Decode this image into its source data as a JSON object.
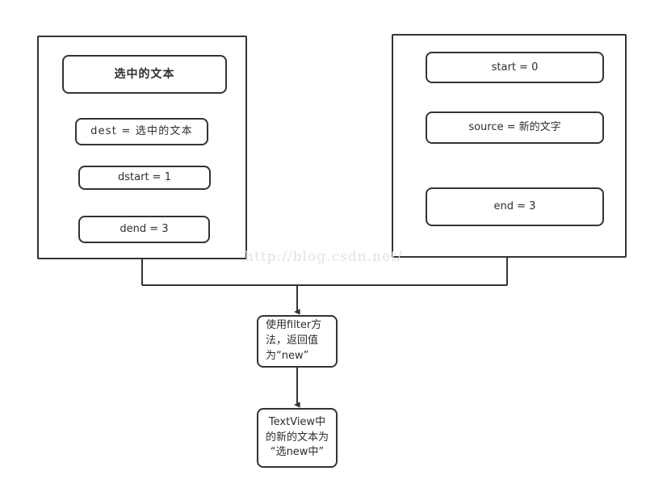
{
  "diagram": {
    "title": "Android TextView InputFilter filter() data flow",
    "watermark": "http://blog.csdn.net/",
    "colors": {
      "stroke": "#333333",
      "text": "#2e2e2e",
      "background": "#ffffff",
      "watermark": "#e3e1df"
    },
    "groups": [
      {
        "id": "dest-group",
        "name": "left-group",
        "nodes": [
          {
            "id": "selected-text",
            "label": "选中的文本"
          },
          {
            "id": "dest",
            "label": "dest = 选中的文本"
          },
          {
            "id": "dstart",
            "label": "dstart = 1"
          },
          {
            "id": "dend",
            "label": "dend = 3"
          }
        ]
      },
      {
        "id": "source-group",
        "name": "right-group",
        "nodes": [
          {
            "id": "start",
            "label": "start = 0"
          },
          {
            "id": "source",
            "label": "source = 新的文字"
          },
          {
            "id": "end",
            "label": "end = 3"
          }
        ]
      }
    ],
    "flow": [
      {
        "id": "filter-step",
        "lines": [
          "使用filter方",
          "法，返回值",
          "为“new”"
        ],
        "align": "left"
      },
      {
        "id": "result-step",
        "lines": [
          "TextView中",
          "的新的文本为",
          "“选new中”"
        ],
        "align": "center"
      }
    ],
    "connectors": {
      "merge_label": "",
      "arrow_count": 2
    }
  }
}
